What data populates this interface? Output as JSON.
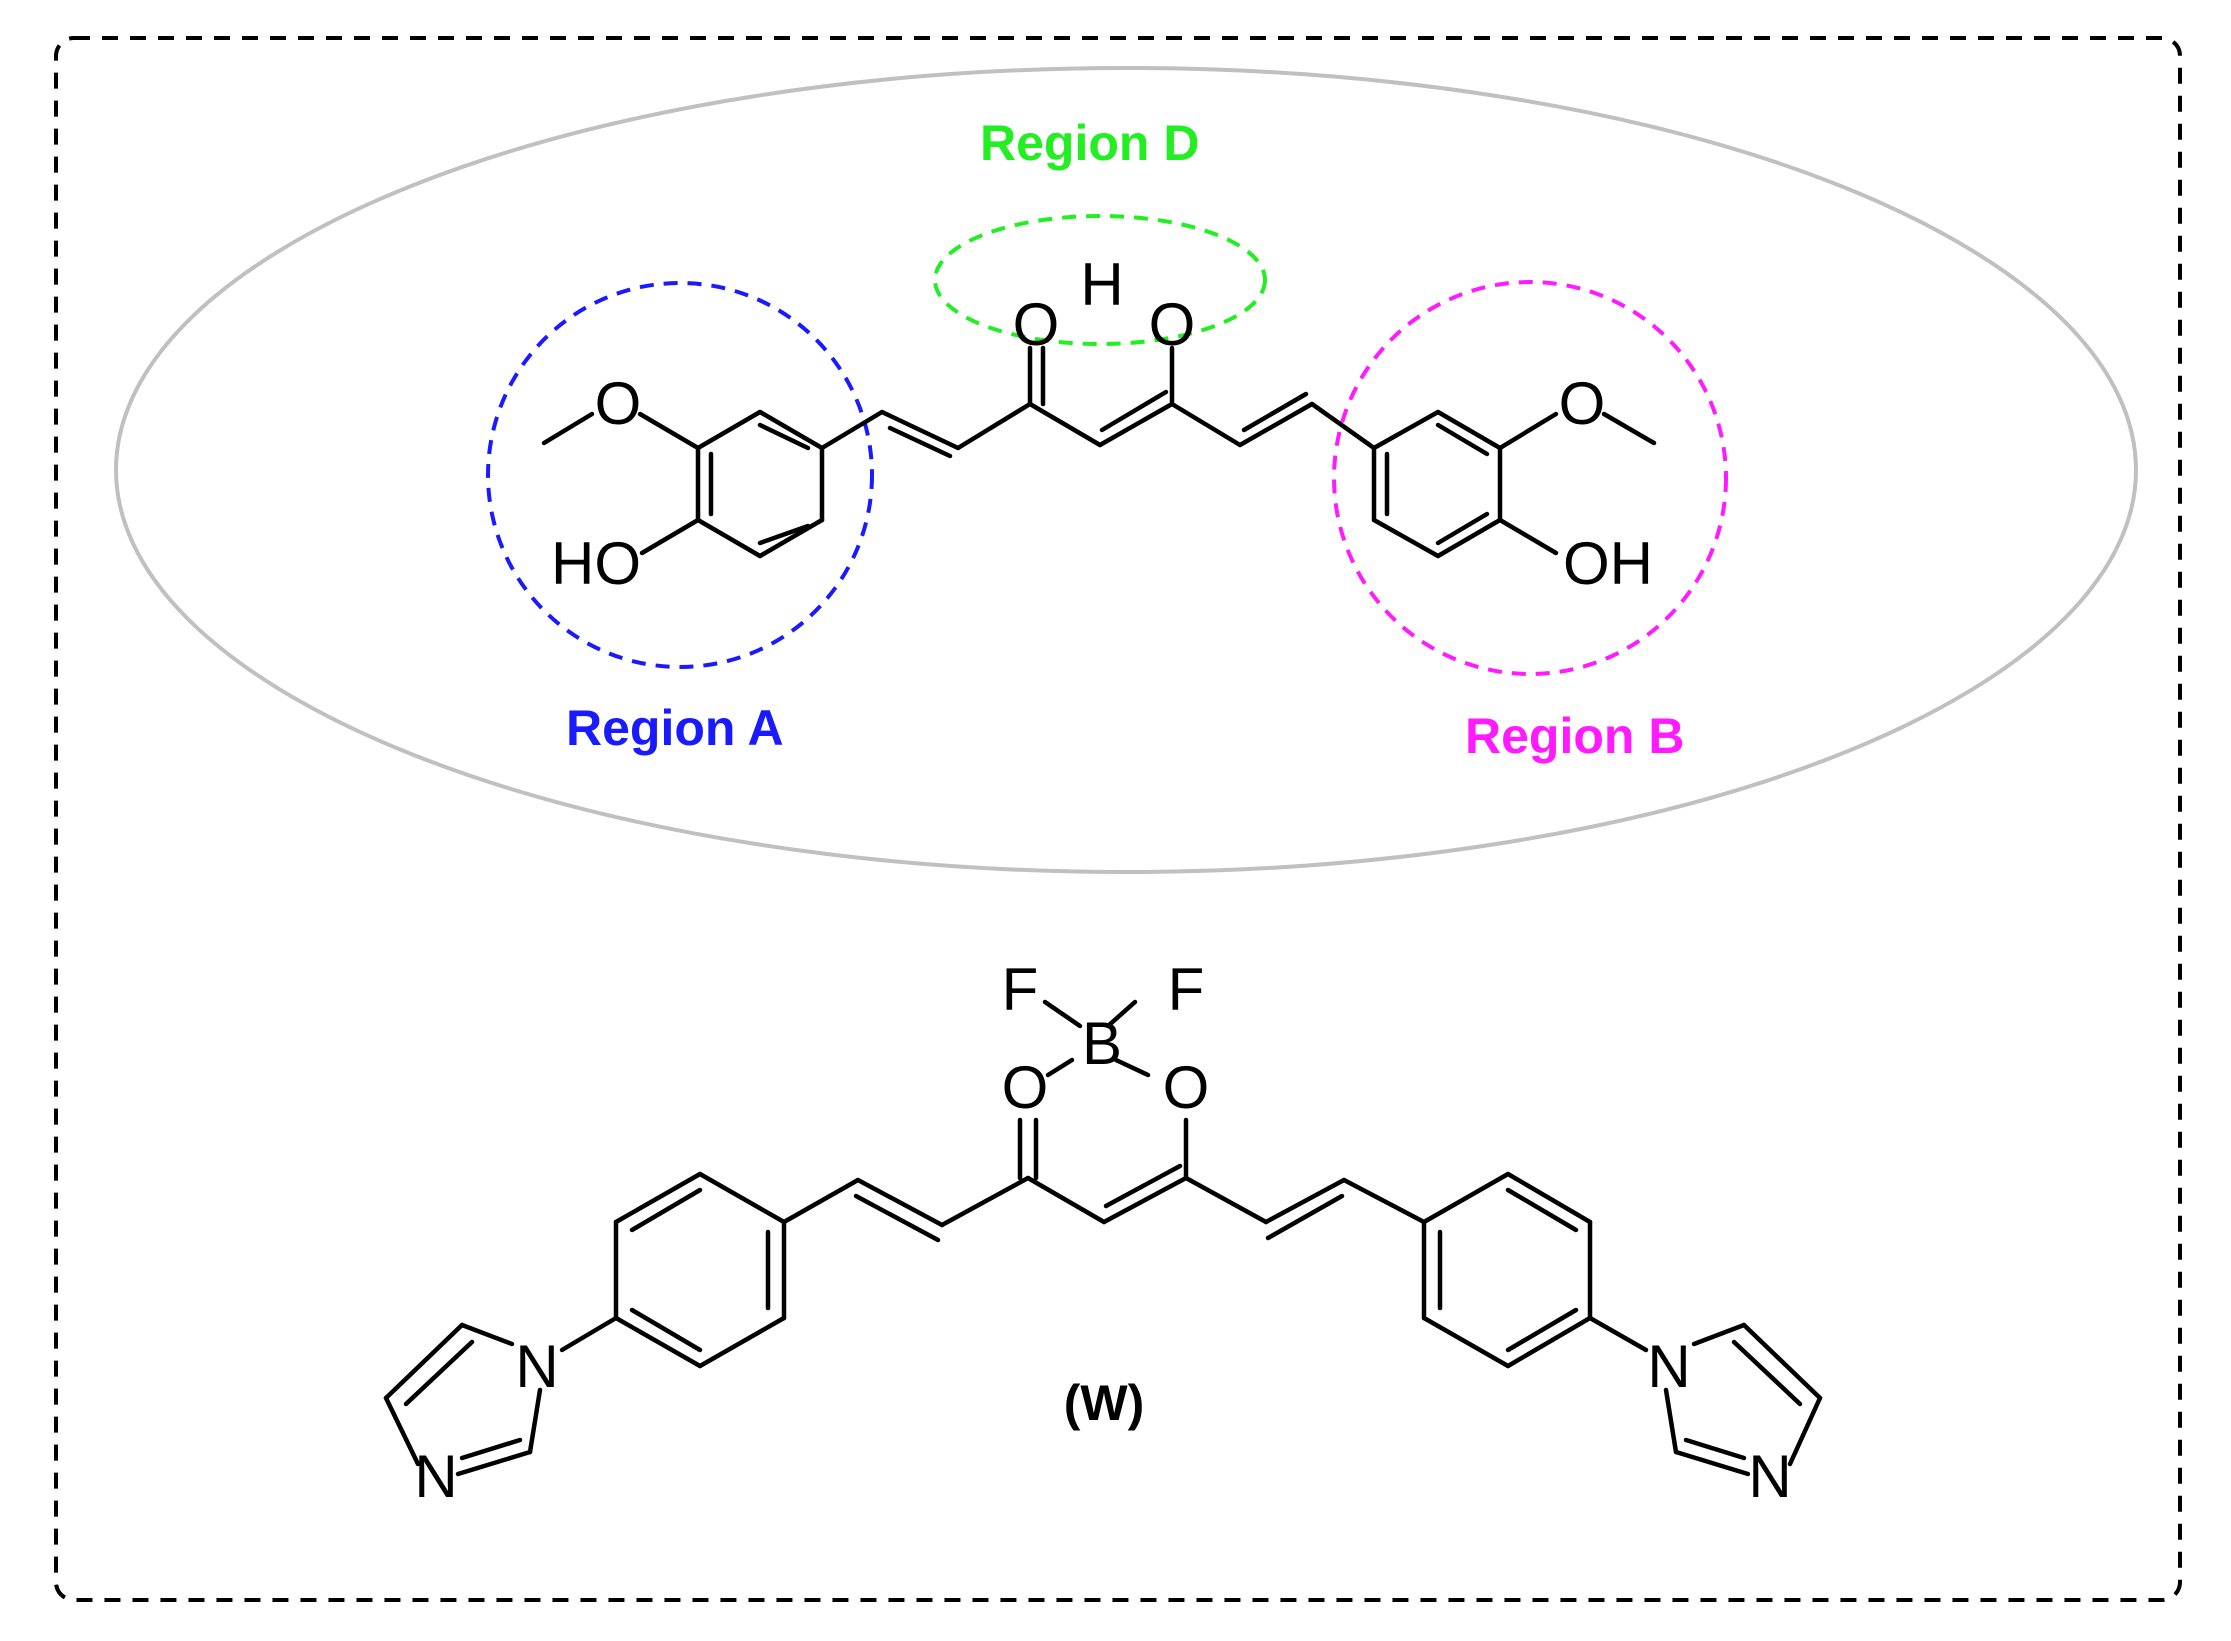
{
  "regions": {
    "a": {
      "label": "Region A",
      "color": "#1a1aff"
    },
    "b": {
      "label": "Region B",
      "color": "#ff1aff"
    },
    "d": {
      "label": "Region D",
      "color": "#22ee22"
    }
  },
  "outline_color": "#c0c0c0",
  "curcumin": {
    "atoms": {
      "o_keto": "O",
      "h_bridge": "H",
      "o_enol": "O",
      "o_methoxy_left": "O",
      "hydroxyl_left": "HO",
      "o_methoxy_right": "O",
      "hydroxyl_right": "OH"
    }
  },
  "compound_w": {
    "label": "(W)",
    "atoms": {
      "f_left": "F",
      "f_right": "F",
      "boron": "B",
      "o_left": "O",
      "o_right": "O",
      "n_left_1": "N",
      "n_left_3": "N",
      "n_right_1": "N",
      "n_right_3": "N"
    }
  }
}
